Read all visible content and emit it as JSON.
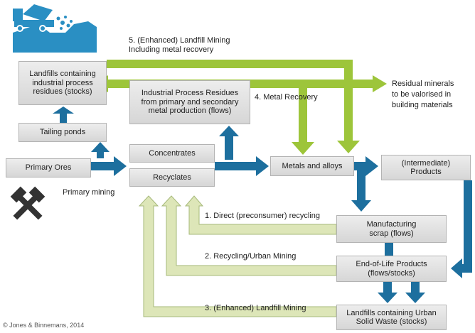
{
  "boxes": {
    "landfills_industrial": [
      "Landfills containing",
      "industrial process",
      "residues (stocks)"
    ],
    "industrial_residues": [
      "Industrial Process Residues",
      "from primary and secondary",
      "metal production (flows)"
    ],
    "tailing_ponds": "Tailing ponds",
    "primary_ores": "Primary Ores",
    "concentrates": "Concentrates",
    "recyclates": "Recyclates",
    "metals_alloys": "Metals and alloys",
    "intermediate_products": [
      "(Intermediate)",
      "Products"
    ],
    "manufacturing_scrap": [
      "Manufacturing",
      "scrap (flows)"
    ],
    "end_of_life": [
      "End-of-Life Products",
      "(flows/stocks)"
    ],
    "landfills_urban": [
      "Landfills containing Urban",
      "Solid Waste (stocks)"
    ]
  },
  "labels": {
    "landfill_mining_enhanced": [
      "5. (Enhanced) Landfill Mining",
      "Including metal recovery"
    ],
    "metal_recovery": "4. Metal Recovery",
    "residual_minerals": [
      "Residual minerals",
      "to be valorised in",
      "building materials"
    ],
    "primary_mining": "Primary mining",
    "direct_recycling": "1. Direct (preconsumer) recycling",
    "urban_mining": "2. Recycling/Urban Mining",
    "landfill_mining": "3. (Enhanced) Landfill Mining"
  },
  "credit": "© Jones & Binnemans, 2014",
  "colors": {
    "blue": "#1d6f9e",
    "green": "#9dc53a",
    "light_green": "#dde6b8",
    "light_green_border": "#a6b97a",
    "icon_blue": "#2a8fc3",
    "icon_dark": "#333333",
    "box_border": "#b3b3b3"
  },
  "icons": [
    "dump-truck-icon",
    "crossed-hammers-icon"
  ]
}
